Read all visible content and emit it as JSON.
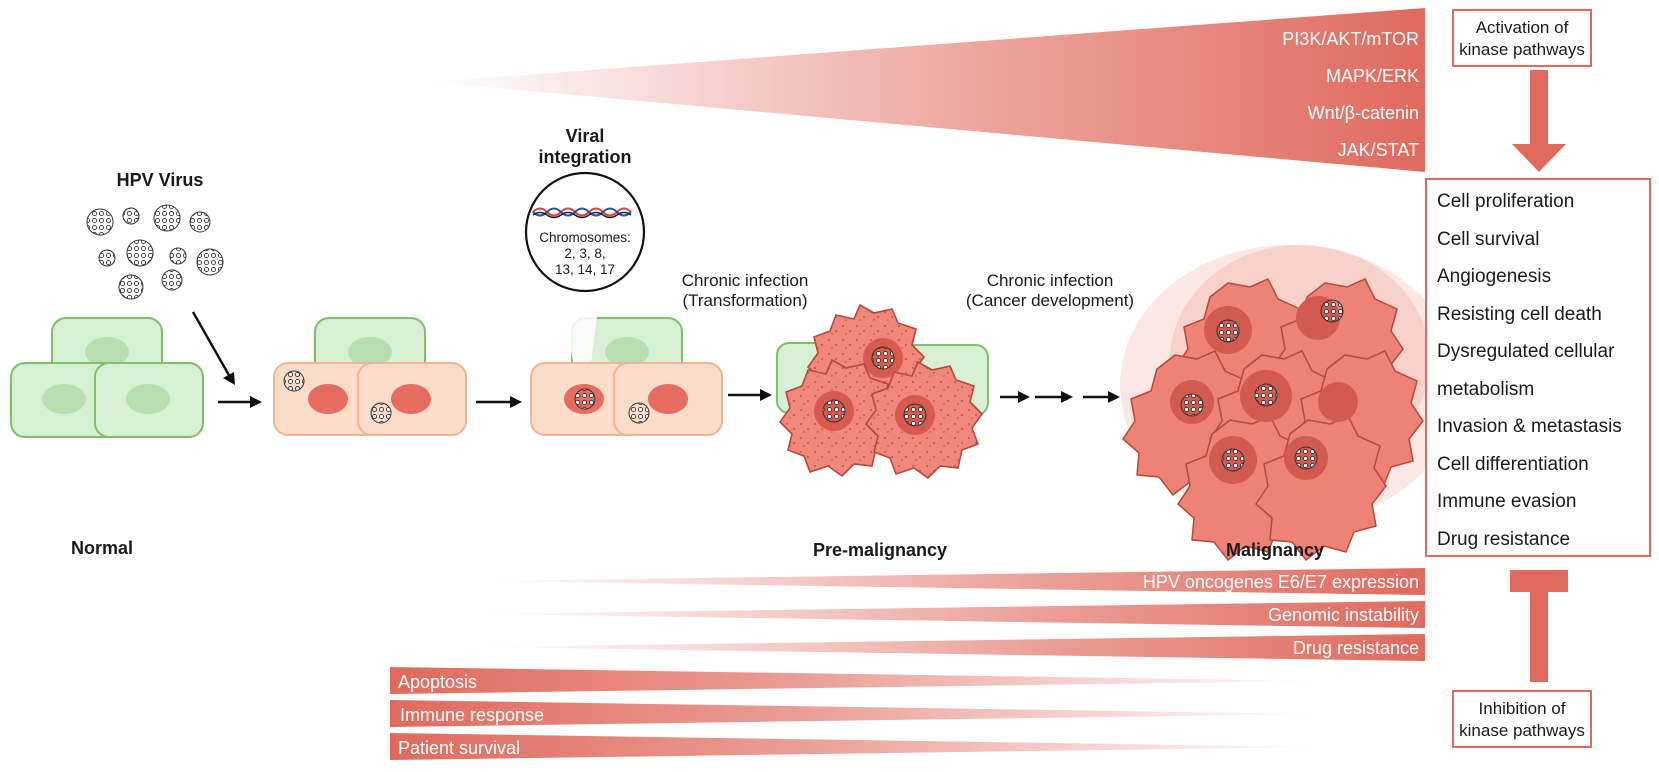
{
  "stages": {
    "hpv_virus": "HPV Virus",
    "viral_integration_line1": "Viral",
    "viral_integration_line2": "integration",
    "chromosomes_line1": "Chromosomes:",
    "chromosomes_line2": "2, 3, 8,",
    "chromosomes_line3": "13, 14, 17",
    "chronic1_line1": "Chronic infection",
    "chronic1_line2": "(Transformation)",
    "chronic2_line1": "Chronic infection",
    "chronic2_line2": "(Cancer development)",
    "normal": "Normal",
    "premalignancy": "Pre-malignancy",
    "malignancy": "Malignancy"
  },
  "pathways": [
    "PI3K/AKT/mTOR",
    "MAPK/ERK",
    "Wnt/β-catenin",
    "JAK/STAT"
  ],
  "activation_line1": "Activation of",
  "activation_line2": "kinase pathways",
  "inhibition_line1": "Inhibition of",
  "inhibition_line2": "kinase pathways",
  "effects": [
    "Cell proliferation",
    "Cell survival",
    "Angiogenesis",
    "Resisting cell death",
    "Dysregulated cellular",
    "metabolism",
    "Invasion & metastasis",
    "Cell differentiation",
    "Immune evasion",
    "Drug resistance"
  ],
  "increasing": [
    "HPV oncogenes E6/E7 expression",
    "Genomic instability",
    "Drug resistance"
  ],
  "decreasing": [
    "Apoptosis",
    "Immune response",
    "Patient survival"
  ],
  "colors": {
    "accent": "#e06a5e",
    "green_fill": "#d7efd3",
    "green_stroke": "#7cc06a",
    "peach_fill": "#fbdcc8",
    "tumor_fill": "#f0877a"
  }
}
